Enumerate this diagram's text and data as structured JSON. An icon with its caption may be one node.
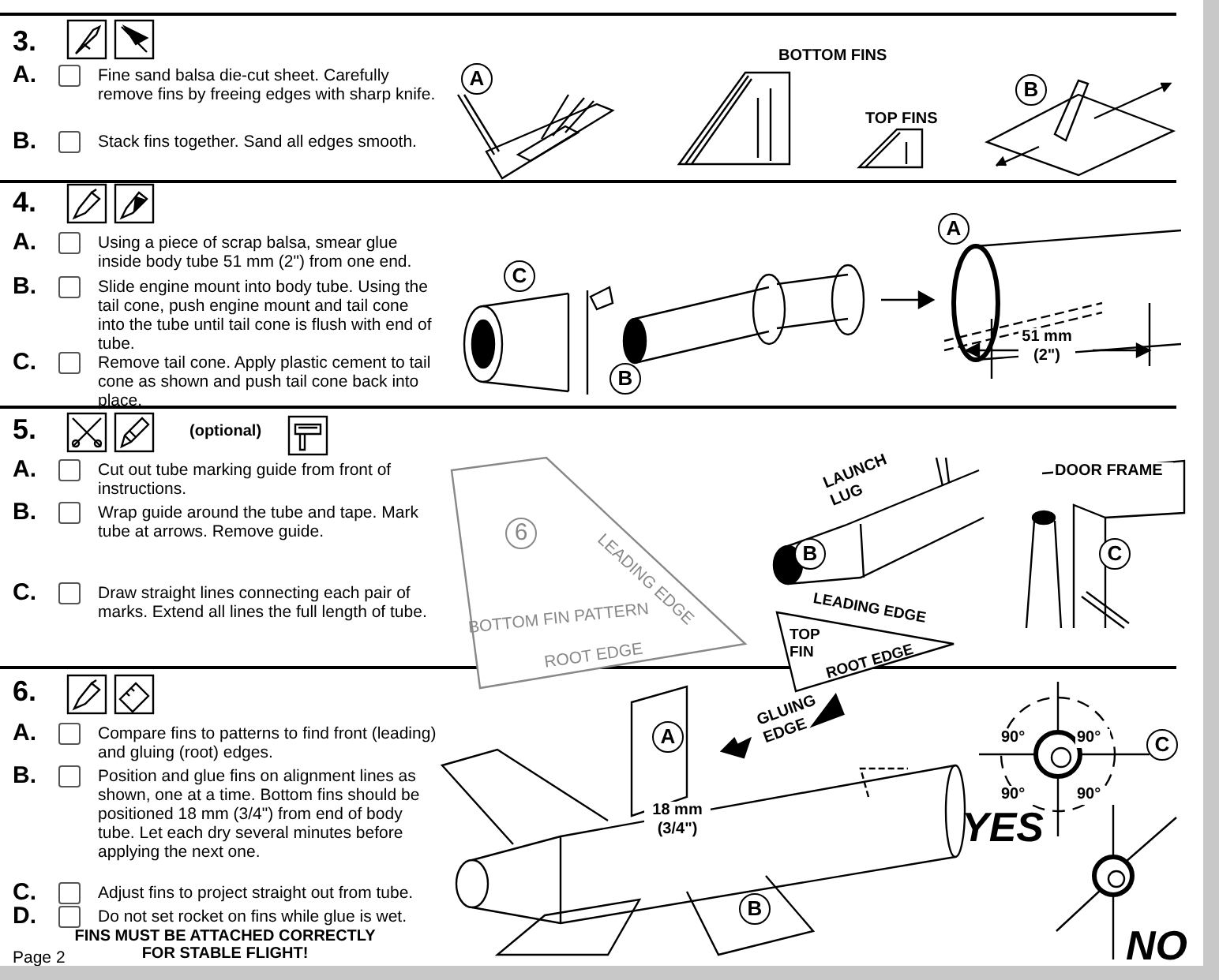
{
  "diagram": {
    "nodes": [
      {
        "text": [
          "6",
          "BOTTOM FIN PATTERN",
          "LEADING EDGE",
          "ROOT EDGE"
        ]
      },
      {
        "text": [
          "LEADING EDGE",
          "TOP FIN",
          "ROOT EDGE"
        ]
      }
    ],
    "labels": [
      "3.",
      "A.",
      "Fine sand balsa die-cut sheet. Carefully remove fins by freeing edges with sharp knife.",
      "B.",
      "Stack fins together. Sand all edges smooth.",
      "A",
      "BOTTOM FINS",
      "TOP FINS",
      "B",
      "4.",
      "A.",
      "Using a piece of scrap balsa, smear glue inside body tube 51 mm (2\") from one end.",
      "B.",
      "Slide engine mount into body tube. Using the tail cone, push engine mount and tail cone into the tube until tail cone is flush with end of tube.",
      "C.",
      "Remove tail cone. Apply plastic cement to tail cone as shown and push tail cone back into place.",
      "C",
      "A",
      "B",
      "51 mm (2\")",
      "5.",
      "(optional)",
      "A.",
      "Cut out tube marking guide from front of instructions.",
      "B.",
      "Wrap guide around the tube and tape. Mark tube at arrows. Remove guide.",
      "C.",
      "Draw straight lines connecting each pair of marks. Extend all lines the full length of tube.",
      "LAUNCH LUG",
      "B",
      "DOOR FRAME",
      "C",
      "GLUING EDGE",
      "6.",
      "A.",
      "Compare fins to patterns to find front (leading) and gluing (root) edges.",
      "B.",
      "Position and glue fins on alignment lines as shown, one at a time. Bottom fins should be positioned 18 mm (3/4\") from end of body tube. Let each dry several minutes before applying the next one.",
      "C.",
      "Adjust fins to project straight out from tube.",
      "D.",
      "Do not set rocket on fins while glue is wet.",
      "FINS MUST BE ATTACHED CORRECTLY FOR STABLE FLIGHT!",
      "Page 2",
      "A",
      "18 mm (3/4\")",
      "B",
      "90°",
      "90°",
      "90°",
      "90°",
      "C",
      "YES",
      "NO"
    ]
  }
}
